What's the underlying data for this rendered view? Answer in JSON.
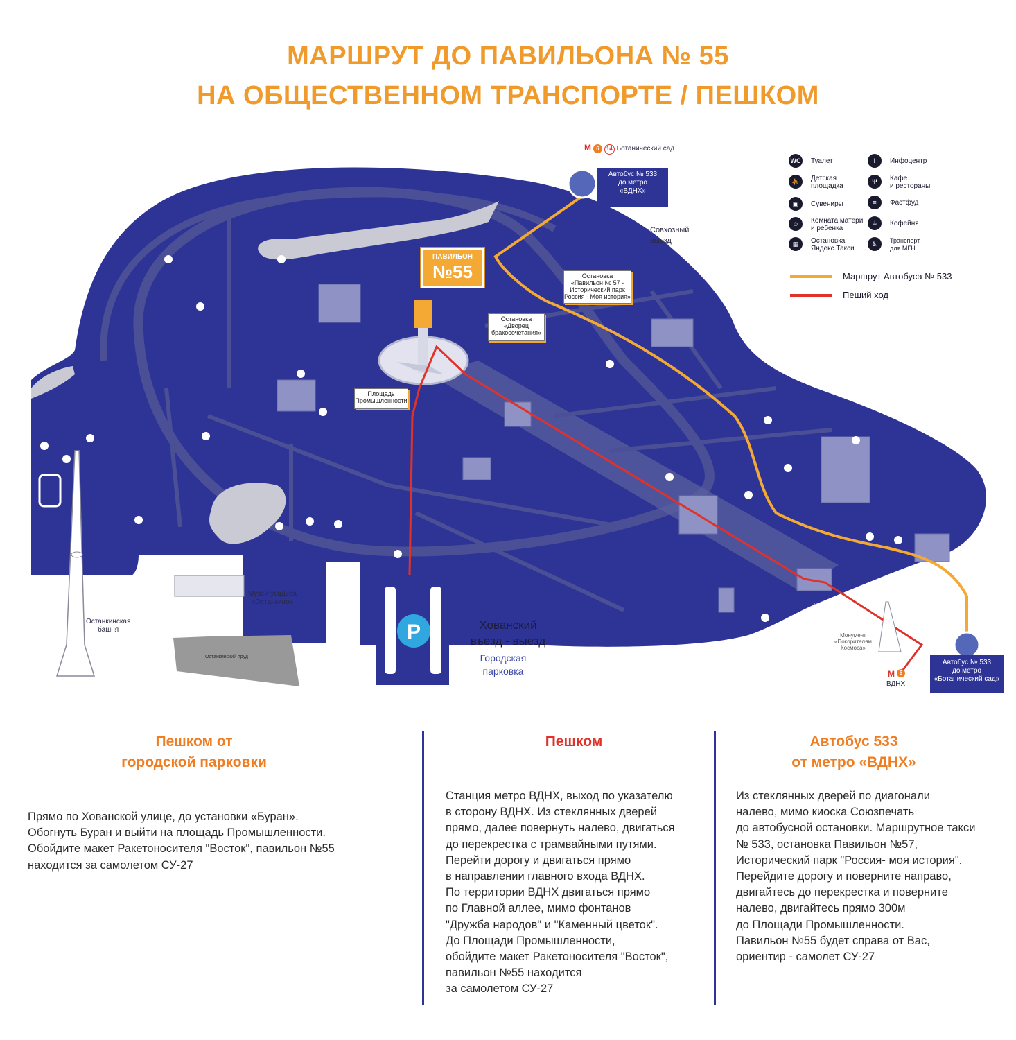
{
  "header": {
    "title_line1": "МАРШРУТ ДО ПАВИЛЬОНА № 55",
    "title_line2": "НА ОБЩЕСТВЕННОМ ТРАНСПОРТЕ / ПЕШКОМ"
  },
  "map": {
    "metro_top": {
      "line_numbers": [
        "6",
        "14"
      ],
      "name": "Ботанический сад"
    },
    "bus_stop_top": {
      "label": "Автобус № 533\nдо метро\n«ВДНХ»"
    },
    "bus_stop_bottom": {
      "label": "Автобус № 533\nдо метро\n«Ботанический сад»"
    },
    "pavilion": {
      "line1": "ПАВИЛЬОН",
      "line2": "№55"
    },
    "stops": {
      "pavilion57": "Остановка\n«Павильон № 57 -\nИсторический парк\nРоссия - Моя история»",
      "wedding_palace": "Остановка\n«Дворец\nбракосочетания»",
      "industry_square": "Площадь\nПромышленности"
    },
    "places": {
      "sovkhoz_exit": "Совхозный\nвыезд",
      "khovansky": "Хованский\nвъезд - выезд",
      "city_parking": "Городская\nпарковка",
      "museum": "Музей-усадьба\n«Останкино»",
      "tower": "Останкинская\nбашня",
      "pond": "Останкинский пруд",
      "main_entrance": "Главный\nвход",
      "monument": "Монумент\n«Покорителям\nКосмоса»",
      "metro_vdnh": "ВДНХ",
      "metro_vdnh_line": "6"
    },
    "parking_symbol": "P",
    "colors": {
      "park_fill": "#2e3495",
      "park_dark": "#262a80",
      "road": "#5a5f9e",
      "bus_route": "#f3a934",
      "walk_route": "#e0322b",
      "accent": "#ef9a2b"
    }
  },
  "legend": {
    "items": [
      {
        "icon": "WC",
        "label": "Туалет"
      },
      {
        "icon": "i",
        "label": "Инфоцентр"
      },
      {
        "icon": "⛹",
        "label": "Детская\nплощадка"
      },
      {
        "icon": "🍴",
        "label": "Кафе\nи рестораны"
      },
      {
        "icon": "🎁",
        "label": "Сувениры"
      },
      {
        "icon": "🍔",
        "label": "Фастфуд"
      },
      {
        "icon": "👶",
        "label": "Комната матери\nи ребенка"
      },
      {
        "icon": "☕",
        "label": "Кофейня"
      },
      {
        "icon": "🚕",
        "label": "Остановка\nЯндекс.Такси"
      },
      {
        "icon": "♿",
        "label": "Транспорт\nдля МГН"
      }
    ],
    "routes": [
      {
        "label": "Маршрут Автобуса № 533",
        "color": "#f3a934"
      },
      {
        "label": "Пеший ход",
        "color": "#e0322b"
      }
    ]
  },
  "columns": [
    {
      "heading": "Пешком от\nгородской парковки",
      "color": "#ef7d22",
      "text": "Прямо по Хованской улице, до установки «Буран».\nОбогнуть Буран и выйти на площадь Промышленности.\nОбойдите макет Ракетоносителя \"Восток\",  павильон №55\nнаходится за самолетом СУ-27"
    },
    {
      "heading": "Пешком",
      "color": "#e0322b",
      "text": "Станция метро ВДНХ, выход по указателю\nв сторону ВДНХ. Из стеклянных дверей\nпрямо, далее повернуть налево, двигаться\nдо перекрестка с трамвайными путями.\nПерейти дорогу и двигаться прямо\nв направлении главного входа ВДНХ.\nПо территории ВДНХ двигаться прямо\nпо Главной аллее, мимо фонтанов\n\"Дружба народов\" и \"Каменный цветок\".\nДо Площади Промышленности,\nобойдите макет Ракетоносителя \"Восток\",\nпавильон №55 находится\nза самолетом СУ-27"
    },
    {
      "heading": "Автобус 533\nот метро «ВДНХ»",
      "color": "#ef7d22",
      "text": "Из стеклянных дверей по диагонали\nналево, мимо киоска Союзпечать\nдо автобусной остановки. Маршрутное такси\n№ 533, остановка Павильон №57,\nИсторический парк \"Россия- моя история\".\nПерейдите дорогу и поверните направо,\nдвигайтесь до перекрестка и поверните\nналево, двигайтесь прямо 300м\nдо Площади Промышленности.\nПавильон №55 будет справа от Вас,\nориентир - самолет СУ-27"
    }
  ]
}
